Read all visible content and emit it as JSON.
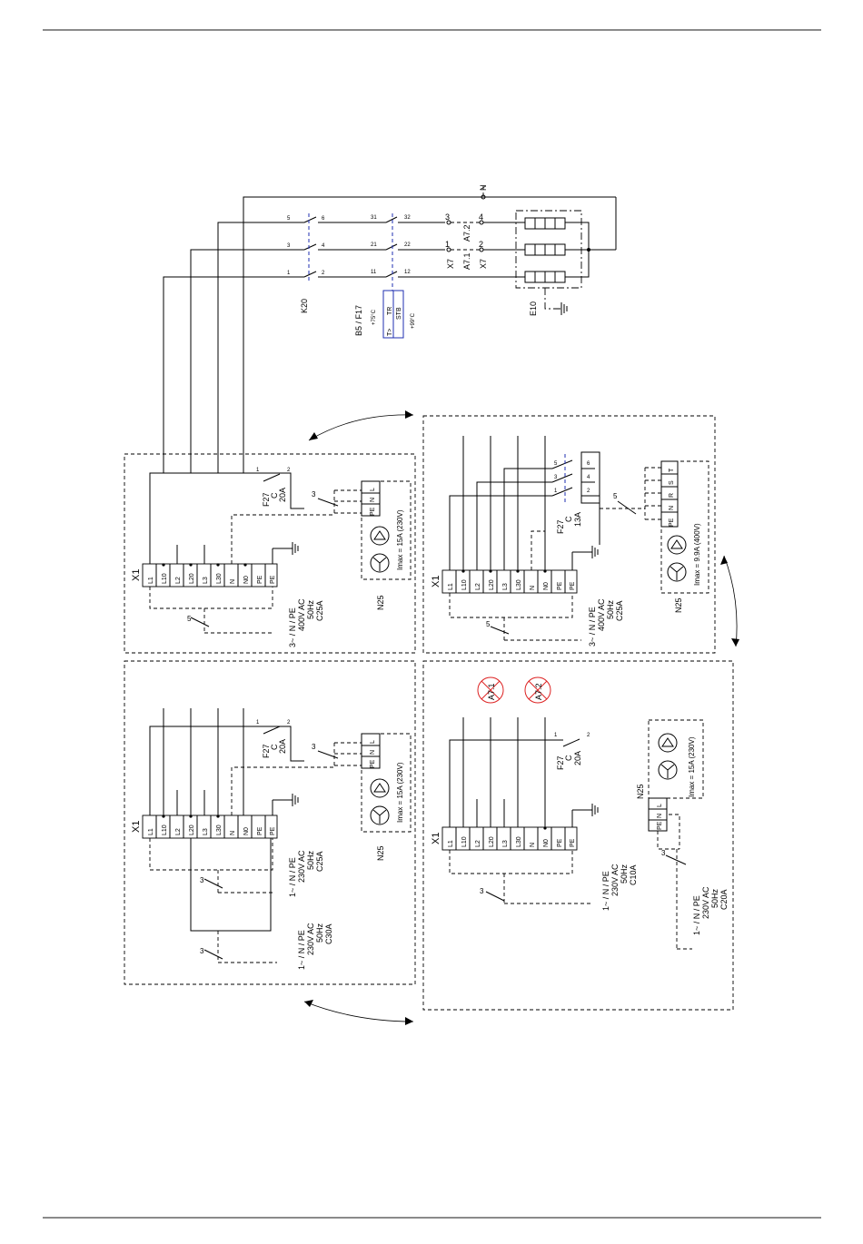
{
  "top_circuit": {
    "n_label": "N",
    "contactor": "K20",
    "contactor_pins": {
      "p1": "1",
      "p2": "2",
      "p3": "3",
      "p4": "4",
      "p5": "5",
      "p6": "6"
    },
    "thermostat": "B5 / F17",
    "thermostat_pins": {
      "p11": "11",
      "p12": "12",
      "p21": "21",
      "p22": "22",
      "p31": "31",
      "p32": "32"
    },
    "tr": "TR",
    "stb": "STB",
    "tsym": "T>",
    "t1": "+75°C",
    "t2": "+99°C",
    "x7a": "X7",
    "x7b": "X7",
    "a71": "A7.1",
    "a72": "A7.2",
    "x7pins": {
      "p1": "1",
      "p2": "2",
      "p3": "3",
      "p4": "4"
    },
    "heater": "E10"
  },
  "panels": {
    "tl": {
      "x1": "X1",
      "terms": [
        "L1",
        "L10",
        "L2",
        "L20",
        "L3",
        "L30",
        "N",
        "N0",
        "PE",
        "PE"
      ],
      "f27": [
        "F27",
        "C",
        "20A"
      ],
      "f27pins": [
        "1",
        "2"
      ],
      "n25": "N25",
      "imax": "Imax = 15A (230V)",
      "n25_terms": [
        "PE",
        "N",
        "L"
      ],
      "wire3": "3",
      "wire5": "5",
      "supply": [
        "3~ / N / PE",
        "400V AC",
        "50Hz",
        "C25A"
      ]
    },
    "tr": {
      "x1": "X1",
      "terms": [
        "L1",
        "L10",
        "L2",
        "L20",
        "L3",
        "L30",
        "N",
        "N0",
        "PE",
        "PE"
      ],
      "f27": [
        "F27",
        "C",
        "13A"
      ],
      "f27pins": [
        "1",
        "2",
        "3",
        "4",
        "5",
        "6"
      ],
      "n25": "N25",
      "imax": "Imax = 9.9A (400V)",
      "n25_terms": [
        "PE",
        "N",
        "R",
        "S",
        "T"
      ],
      "wire5a": "5",
      "wire5b": "5",
      "supply": [
        "3~ / N / PE",
        "400V AC",
        "50Hz",
        "C25A"
      ]
    },
    "bl": {
      "x1": "X1",
      "terms": [
        "L1",
        "L10",
        "L2",
        "L20",
        "L3",
        "L30",
        "N",
        "N0",
        "PE",
        "PE"
      ],
      "f27": [
        "F27",
        "C",
        "20A"
      ],
      "f27pins": [
        "1",
        "2"
      ],
      "n25": "N25",
      "imax": "Imax = 15A (230V)",
      "n25_terms": [
        "PE",
        "N",
        "L"
      ],
      "wire3a": "3",
      "wire3b": "3",
      "wire3c": "3",
      "supply1": [
        "1~ / N / PE",
        "230V AC",
        "50Hz",
        "C25A"
      ],
      "supply2": [
        "1~ / N / PE",
        "230V AC",
        "50Hz",
        "C30A"
      ]
    },
    "br": {
      "x1": "X1",
      "terms": [
        "L1",
        "L10",
        "L2",
        "L20",
        "L3",
        "L30",
        "N",
        "N0",
        "PE",
        "PE"
      ],
      "f27": [
        "F27",
        "C",
        "20A"
      ],
      "f27pins": [
        "1",
        "2"
      ],
      "n25": "N25",
      "imax": "Imax = 15A (230V)",
      "n25_terms": [
        "L",
        "N",
        "PE"
      ],
      "wire3a": "3",
      "wire3b": "3",
      "crossed": [
        "A7.1",
        "A7.2"
      ],
      "supply1": [
        "1~ / N / PE",
        "230V AC",
        "50Hz",
        "C10A"
      ],
      "supply2": [
        "1~ / N / PE",
        "230V AC",
        "50Hz",
        "C20A"
      ]
    }
  }
}
